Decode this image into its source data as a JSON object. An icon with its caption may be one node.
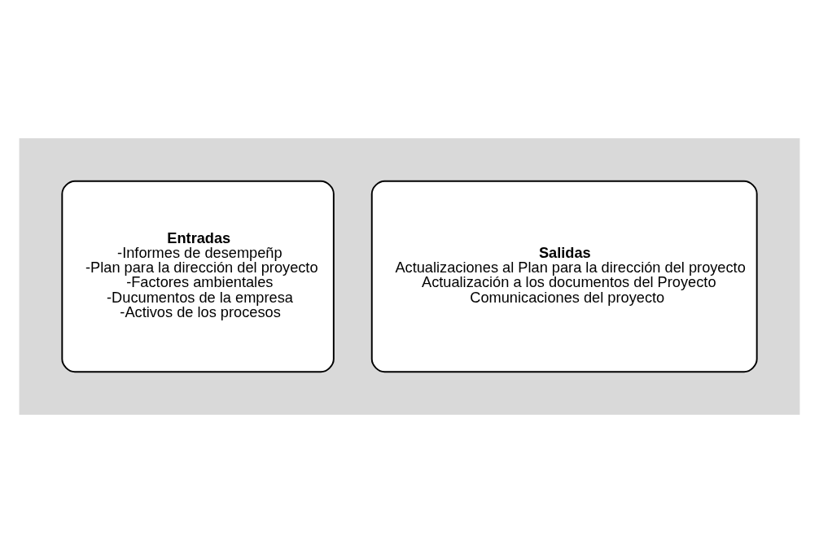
{
  "diagram": {
    "nodes": [
      {
        "text": [],
        "shape": "arrow"
      },
      {
        "text": [
          "Entradas",
          "-Informes de desempeñp",
          "-Plan para la dirección del proyecto",
          "-Factores ambientales",
          "-Ducumentos de la empresa",
          "-Activos de los procesos"
        ],
        "in": 0
      },
      {
        "text": [
          "Salidas",
          "Actualizaciones al Plan para la dirección del proyecto",
          "Actualización a los documentos del Proyecto",
          "Comunicaciones del proyecto"
        ],
        "in": 0
      }
    ],
    "edges": []
  }
}
